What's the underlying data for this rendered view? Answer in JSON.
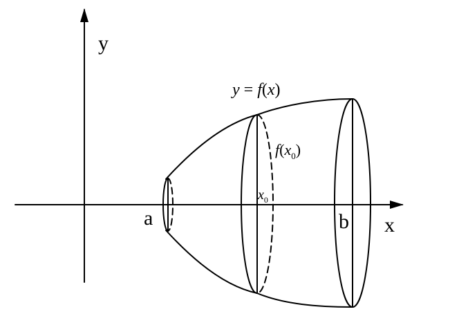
{
  "diagram": {
    "axis_labels": {
      "x": "x",
      "y": "y"
    },
    "point_labels": {
      "a": "a",
      "b": "b"
    },
    "curve_label": {
      "y": "y",
      "eq": " = ",
      "f": "f",
      "lp": "(",
      "x": "x",
      "rp": ")"
    },
    "radius_label": {
      "f": "f",
      "lp": "(",
      "x": "x",
      "sub": "0",
      "rp": ")"
    },
    "x0_label": {
      "x": "x",
      "sub": "0"
    },
    "colors": {
      "stroke": "#000000",
      "background": "#ffffff"
    }
  }
}
